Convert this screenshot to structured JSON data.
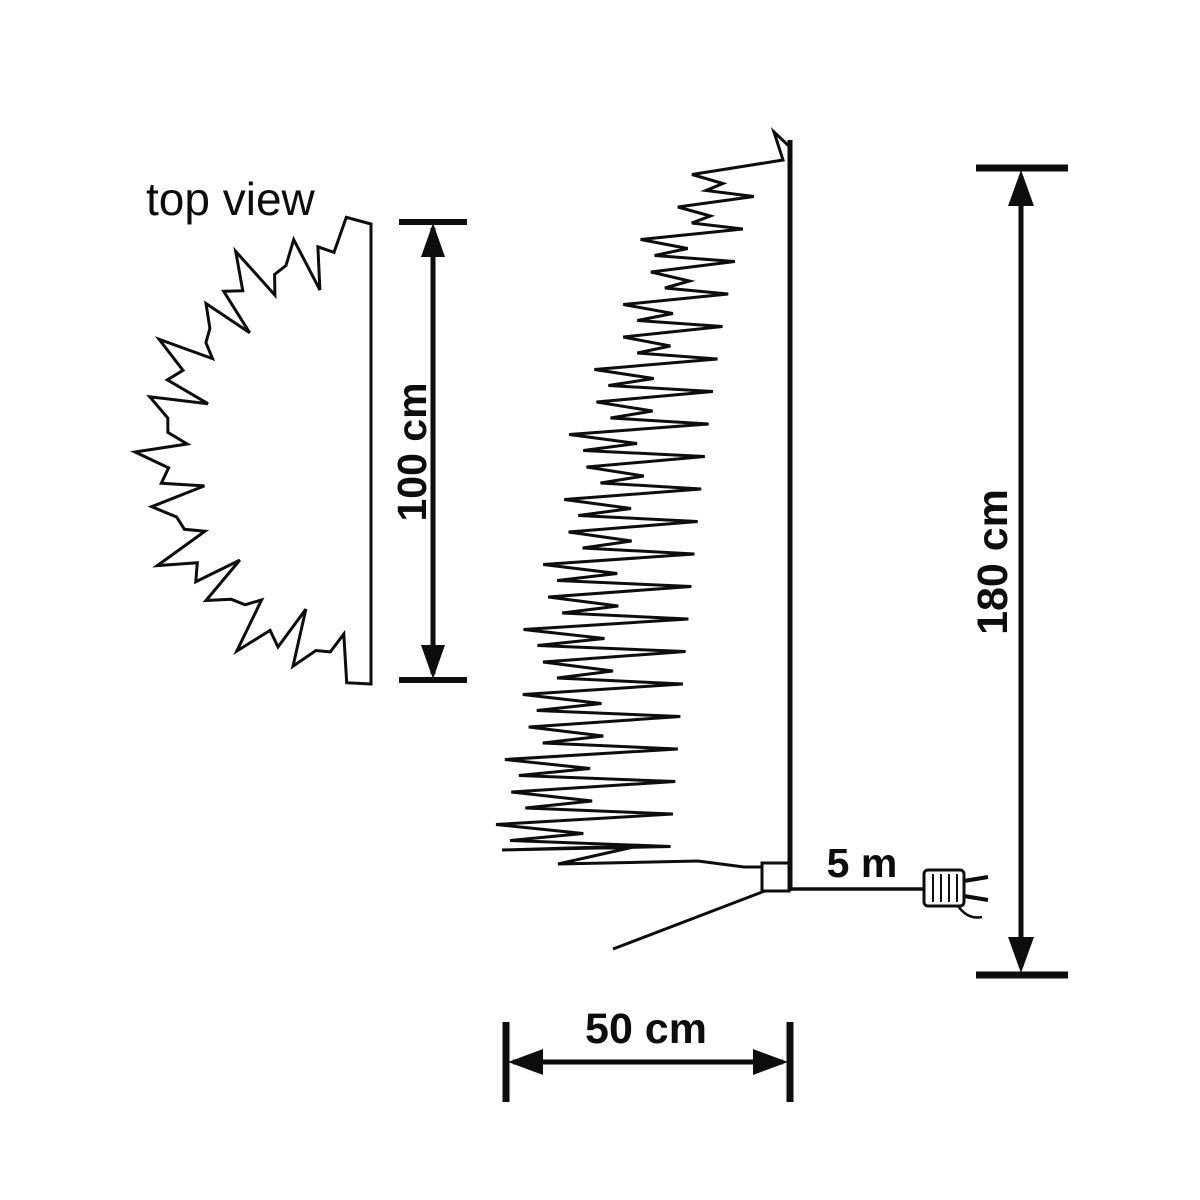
{
  "diagram": {
    "background_color": "#ffffff",
    "line_color": "#0d0d0d"
  },
  "labels": {
    "top_view": "top view",
    "top_view_width": "100 cm",
    "tree_height": "180 cm",
    "cable_length": "5 m",
    "tree_depth": "50 cm"
  },
  "icons": {
    "power_adapter": "power-adapter-icon"
  }
}
